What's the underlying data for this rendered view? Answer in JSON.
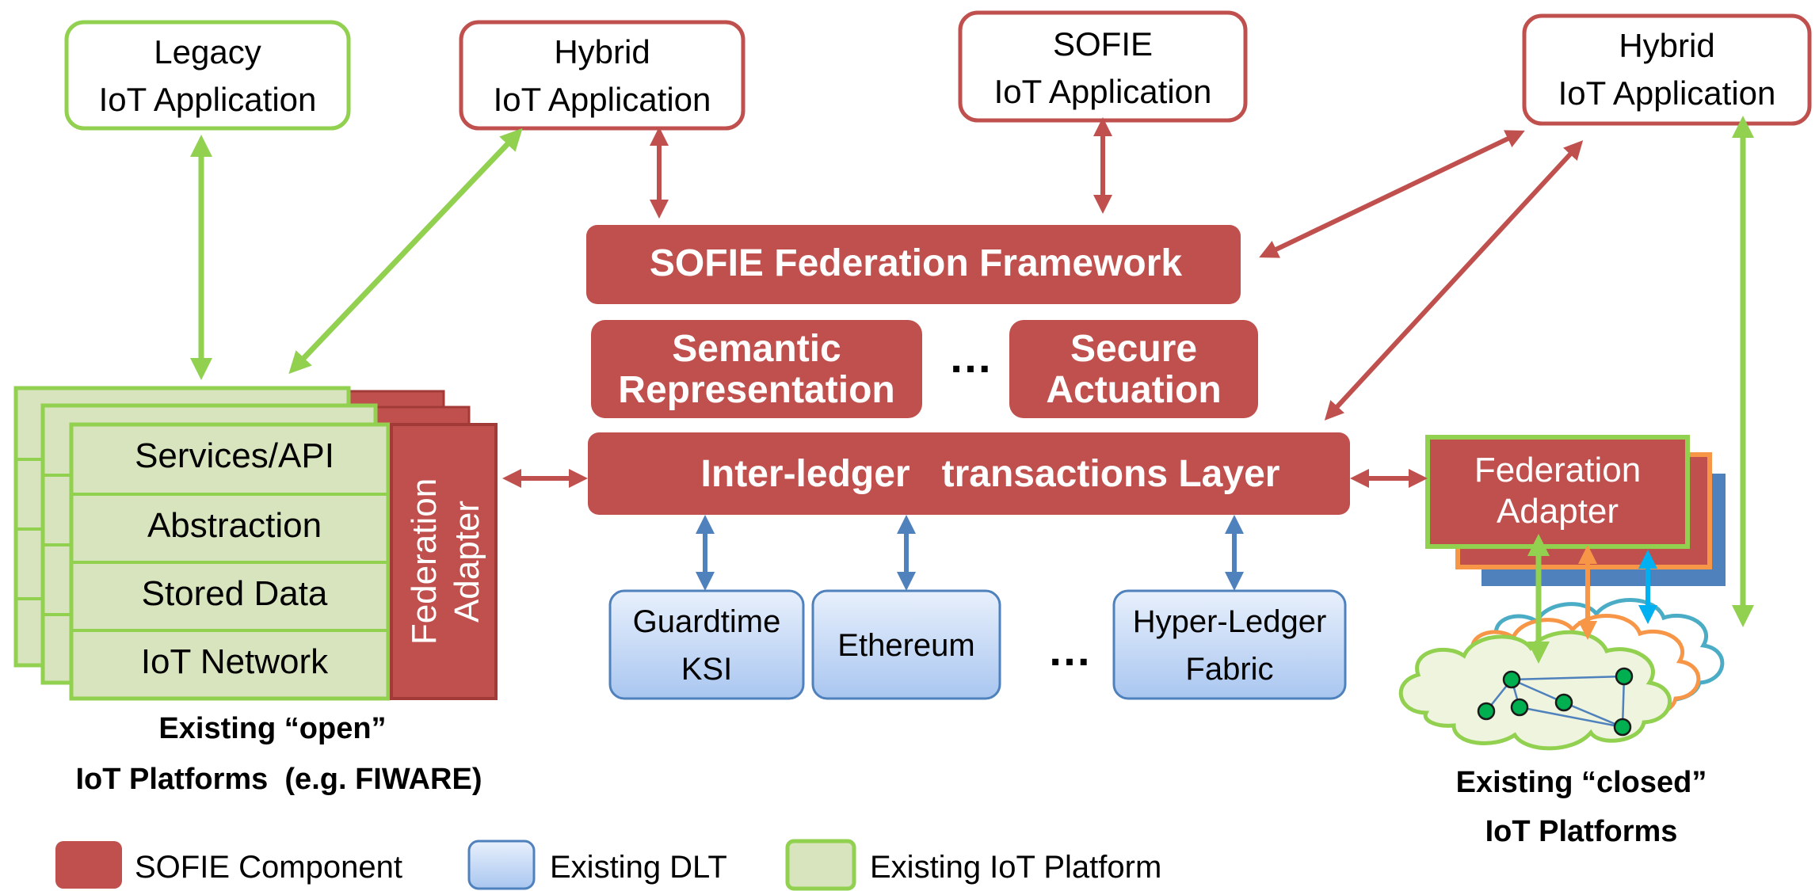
{
  "apps": {
    "legacy": [
      "Legacy",
      "IoT Application"
    ],
    "hybrid_left": [
      "Hybrid",
      "IoT Application"
    ],
    "sofie": [
      "SOFIE",
      "IoT Application"
    ],
    "hybrid_right": [
      "Hybrid",
      "IoT Application"
    ]
  },
  "sofie": {
    "framework": "SOFIE Federation Framework",
    "semantic": [
      "Semantic",
      "Representation"
    ],
    "secure": [
      "Secure",
      "Actuation"
    ],
    "interledger": "Inter-ledger   transactions Layer",
    "ellipsis": "…"
  },
  "open_platform": {
    "layers": [
      "Services/API",
      "Abstraction",
      "Stored Data",
      "IoT Network"
    ],
    "federation_adapter": [
      "Federation",
      "Adapter"
    ],
    "caption": [
      "Existing “open”",
      "IoT Platforms  (e.g. FIWARE)"
    ]
  },
  "dlt": {
    "guardtime": [
      "Guardtime",
      "KSI"
    ],
    "ethereum": "Ethereum",
    "hyperledger": [
      "Hyper-Ledger",
      "Fabric"
    ],
    "ellipsis": "…"
  },
  "closed_platform": {
    "federation_adapter": [
      "Federation",
      "Adapter"
    ],
    "caption": [
      "Existing “closed”",
      "IoT Platforms"
    ]
  },
  "legend": {
    "sofie": "SOFIE Component",
    "dlt": "Existing DLT",
    "iot": "Existing IoT Platform"
  },
  "colors": {
    "sofie_red": "#c0504d",
    "dlt_blue": "#4f81bd",
    "iot_green": "#92d050",
    "iot_fill": "#d7e4bd",
    "orange": "#f79646",
    "cyan": "#00b0f0"
  }
}
